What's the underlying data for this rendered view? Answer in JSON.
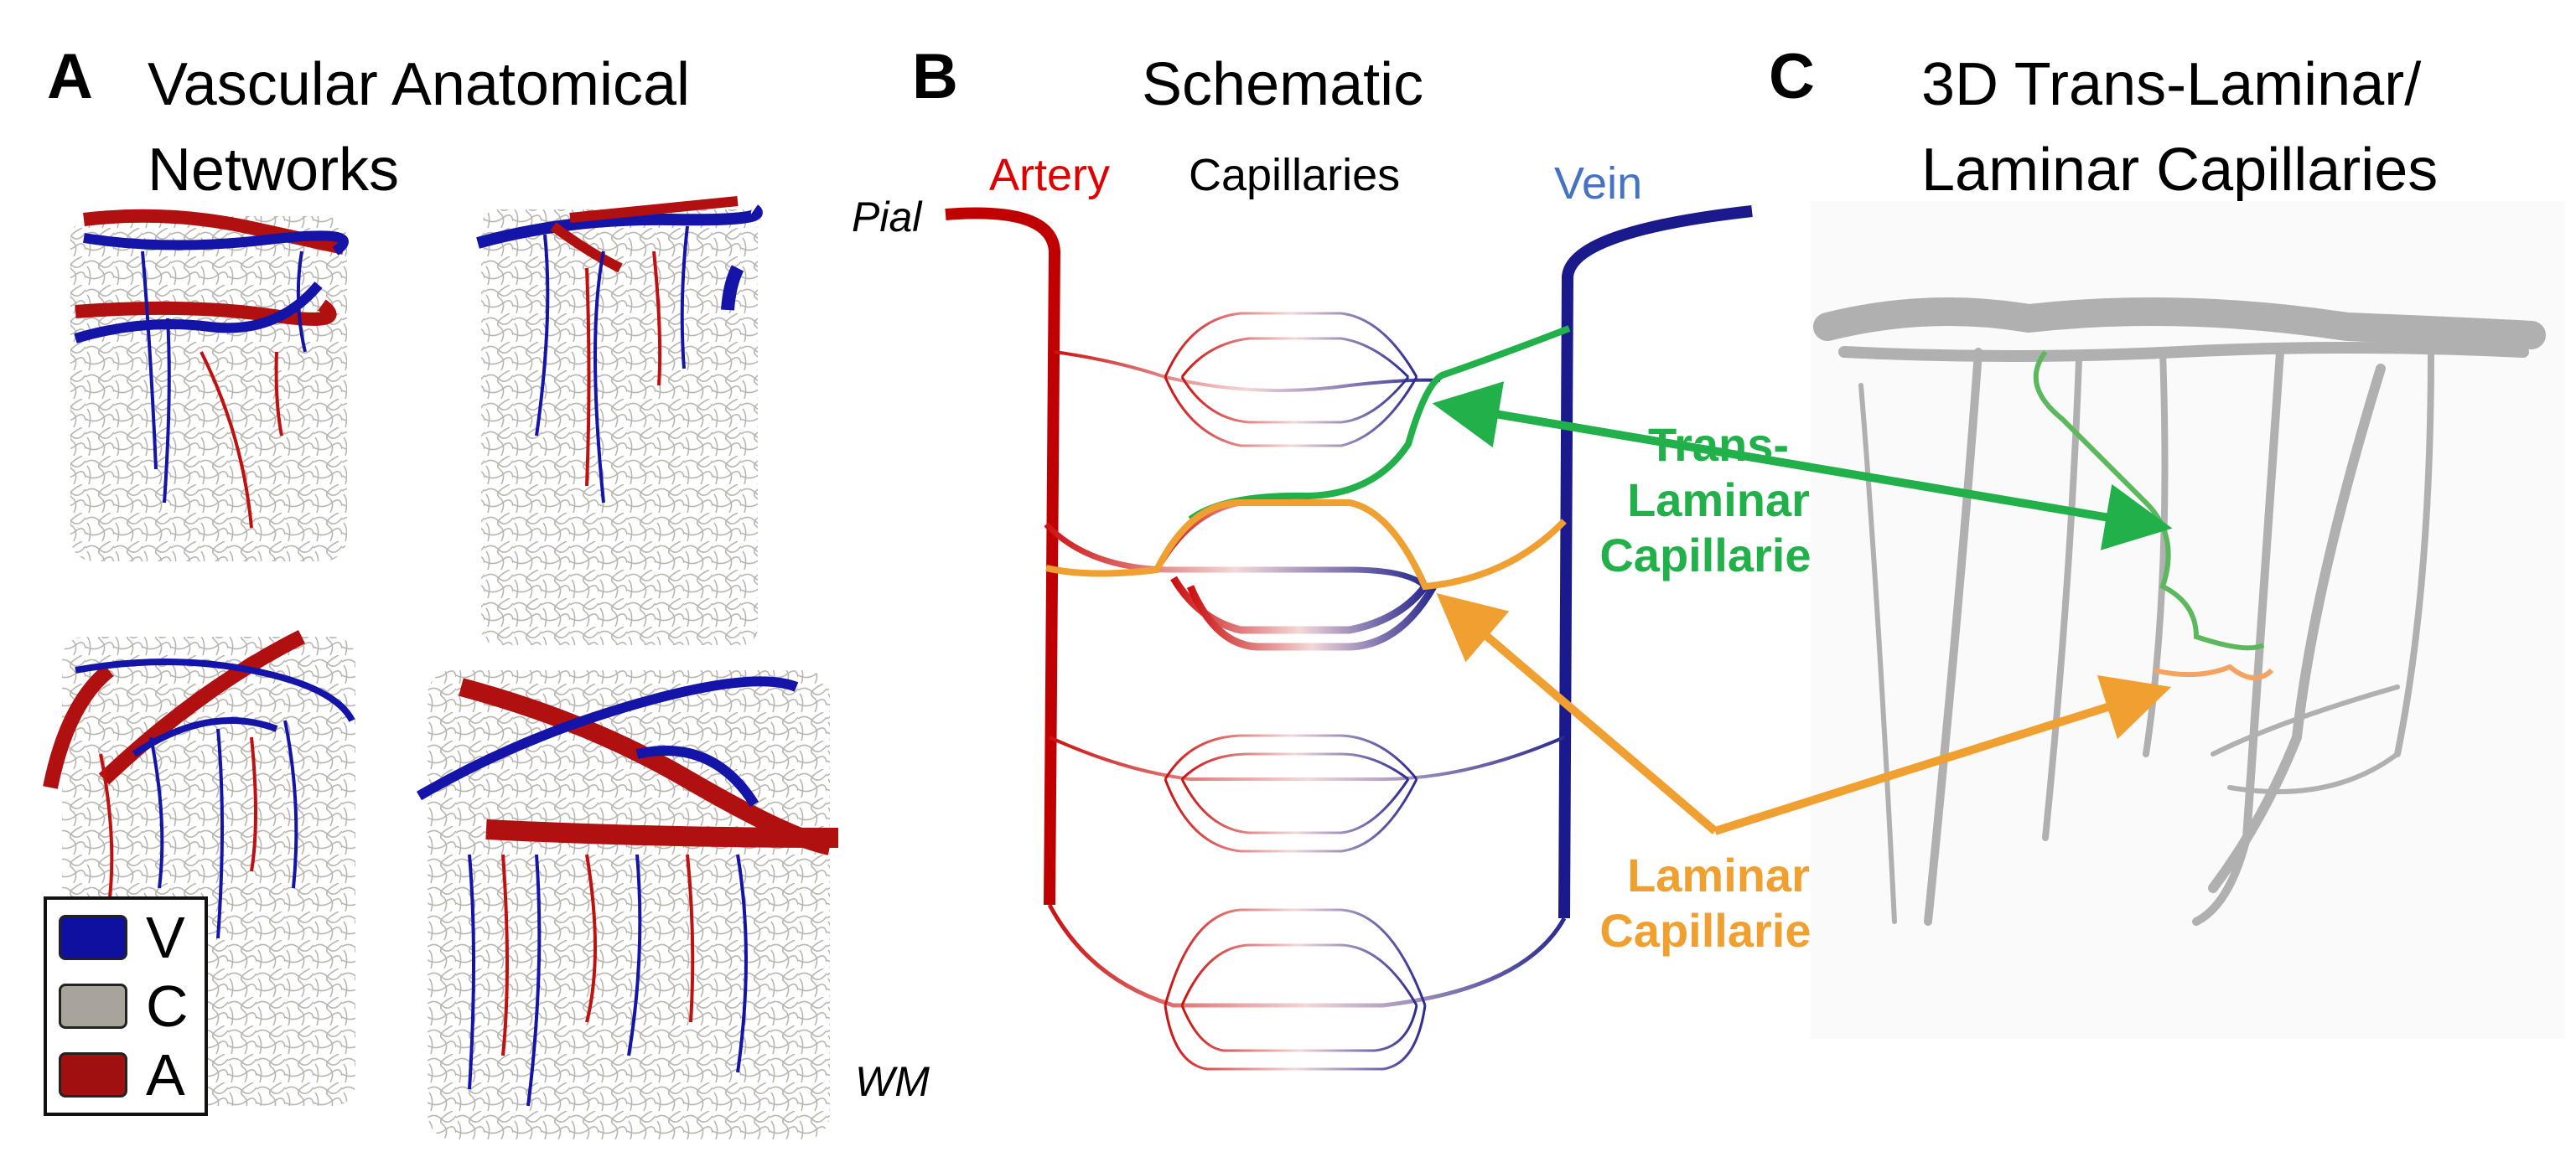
{
  "colors": {
    "artery": "#c00000",
    "vein": "#1a1a8c",
    "capillary": "#a6a6a6",
    "trans_laminar": "#22b04b",
    "laminar": "#f0a030"
  },
  "panel_a": {
    "letter": "A",
    "title_line1": "Vascular Anatomical",
    "title_line2": "Networks",
    "legend": [
      {
        "code": "V",
        "color": "#1010a0"
      },
      {
        "code": "C",
        "color": "#a8a49c"
      },
      {
        "code": "A",
        "color": "#a01010"
      }
    ]
  },
  "panel_b": {
    "letter": "B",
    "title": "Schematic",
    "artery_label": "Artery",
    "capillaries_label": "Capillaries",
    "vein_label": "Vein",
    "pial_label": "Pial",
    "wm_label": "WM"
  },
  "panel_c": {
    "letter": "C",
    "title_line1": "3D Trans-Laminar/",
    "title_line2": "Laminar Capillaries",
    "trans_laminar_line1": "Trans-",
    "trans_laminar_line2": "Laminar",
    "trans_laminar_line3": "Capillaries",
    "laminar_line1": "Laminar",
    "laminar_line2": "Capillaries"
  }
}
